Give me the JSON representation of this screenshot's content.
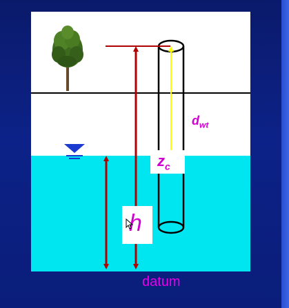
{
  "labels": {
    "zc_main": "z",
    "zc_sub": "c",
    "dwt_main": "d",
    "dwt_sub": "wt",
    "h": "h",
    "datum": "datum"
  },
  "colors": {
    "background": "#0d2288",
    "water": "#00e6f0",
    "arrow": "#b00000",
    "depth_arrow": "#ffff00",
    "label": "#d000d0"
  },
  "icons": [
    "tree-icon",
    "water-table-symbol-icon",
    "mouse-cursor-icon"
  ]
}
